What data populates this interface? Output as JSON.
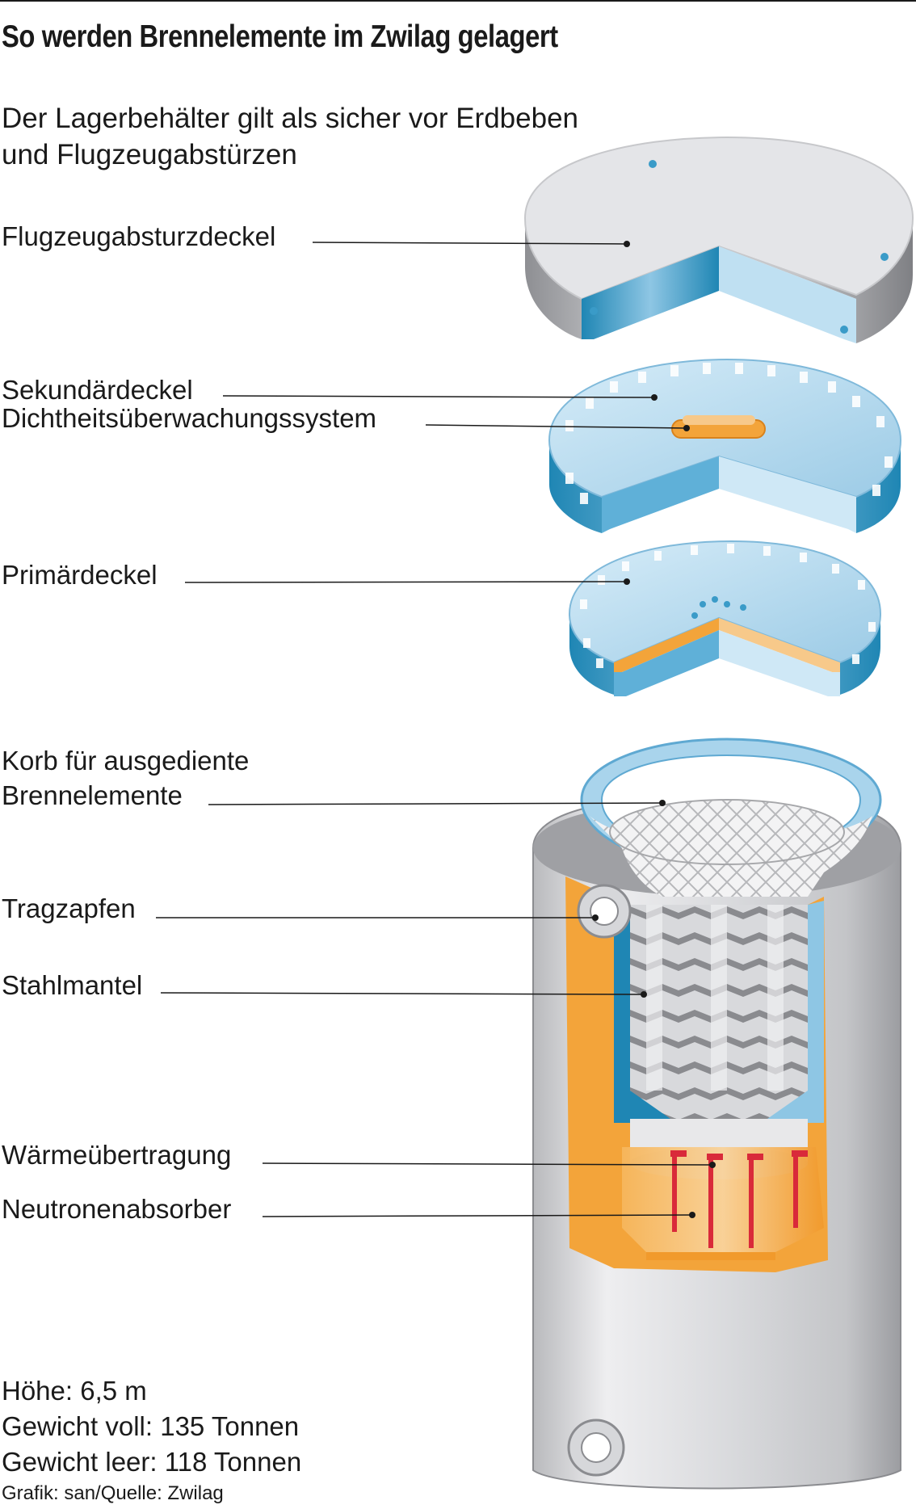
{
  "title": "So werden Brennelemente im Zwilag gelagert",
  "subtitle_lines": [
    "Der Lagerbehälter gilt als sicher vor Erdbeben",
    "und Flugzeugabstürzen"
  ],
  "labels": {
    "flugzeugabsturzdeckel": "Flugzeugabsturzdeckel",
    "sekundaerdeckel": "Sekundärdeckel",
    "dichtheit": "Dichtheitsüberwachungssystem",
    "primaerdeckel": "Primärdeckel",
    "korb_line1": "Korb für ausgediente",
    "korb_line2": "Brennelemente",
    "tragzapfen": "Tragzapfen",
    "stahlmantel": "Stahlmantel",
    "waerme": "Wärmeübertragung",
    "neutronen": "Neutronenabsorber"
  },
  "facts": [
    "Höhe: 6,5 m",
    "Gewicht voll: 135 Tonnen",
    "Gewicht leer: 118 Tonnen"
  ],
  "credit": "Grafik: san/Quelle: Zwilag",
  "colors": {
    "steel_blue": "#a9d4ec",
    "steel_blue_dark": "#1f86b4",
    "lid_grey": "#dcdde0",
    "orange": "#f3a43a",
    "orange_light": "#f7c98a",
    "red": "#d92a3a",
    "shell_grey": "#cfd0d3"
  }
}
